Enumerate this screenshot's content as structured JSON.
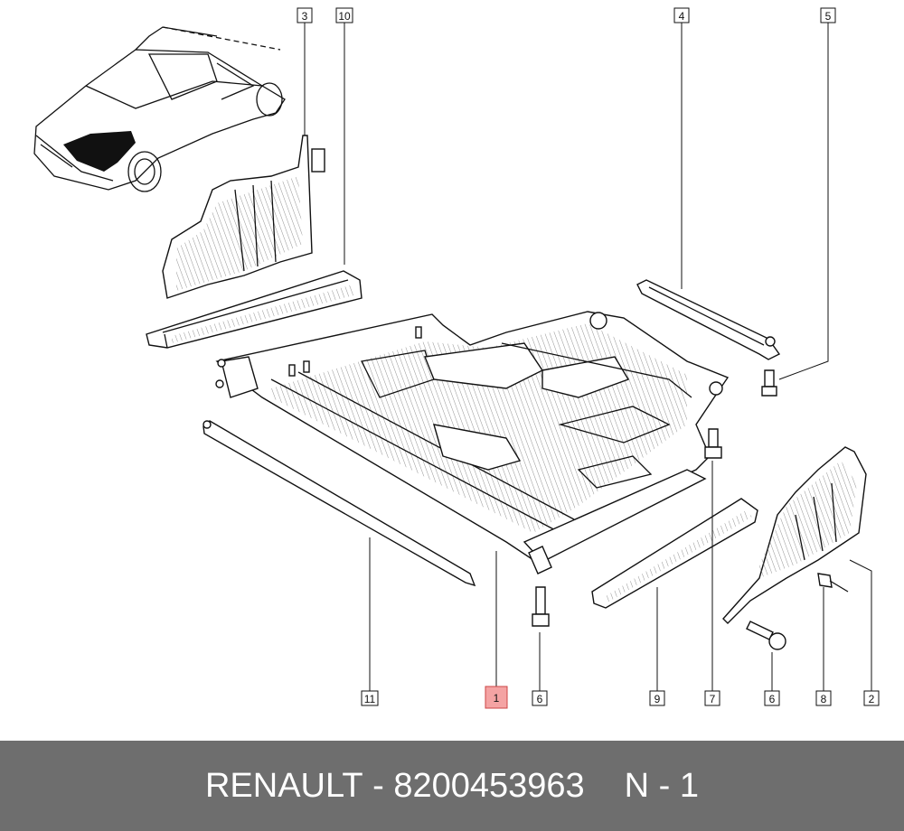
{
  "callouts": {
    "c1": "1",
    "c2": "2",
    "c3": "3",
    "c4": "4",
    "c5": "5",
    "c6a": "6",
    "c6b": "6",
    "c7": "7",
    "c8": "8",
    "c9": "9",
    "c10": "10",
    "c11": "11"
  },
  "highlight_color": "#f4a3a3",
  "footer": {
    "brand": "RENAULT",
    "dash1": "-",
    "part_number": "8200453963",
    "position": "N - 1",
    "background": "#6e6e6e"
  }
}
